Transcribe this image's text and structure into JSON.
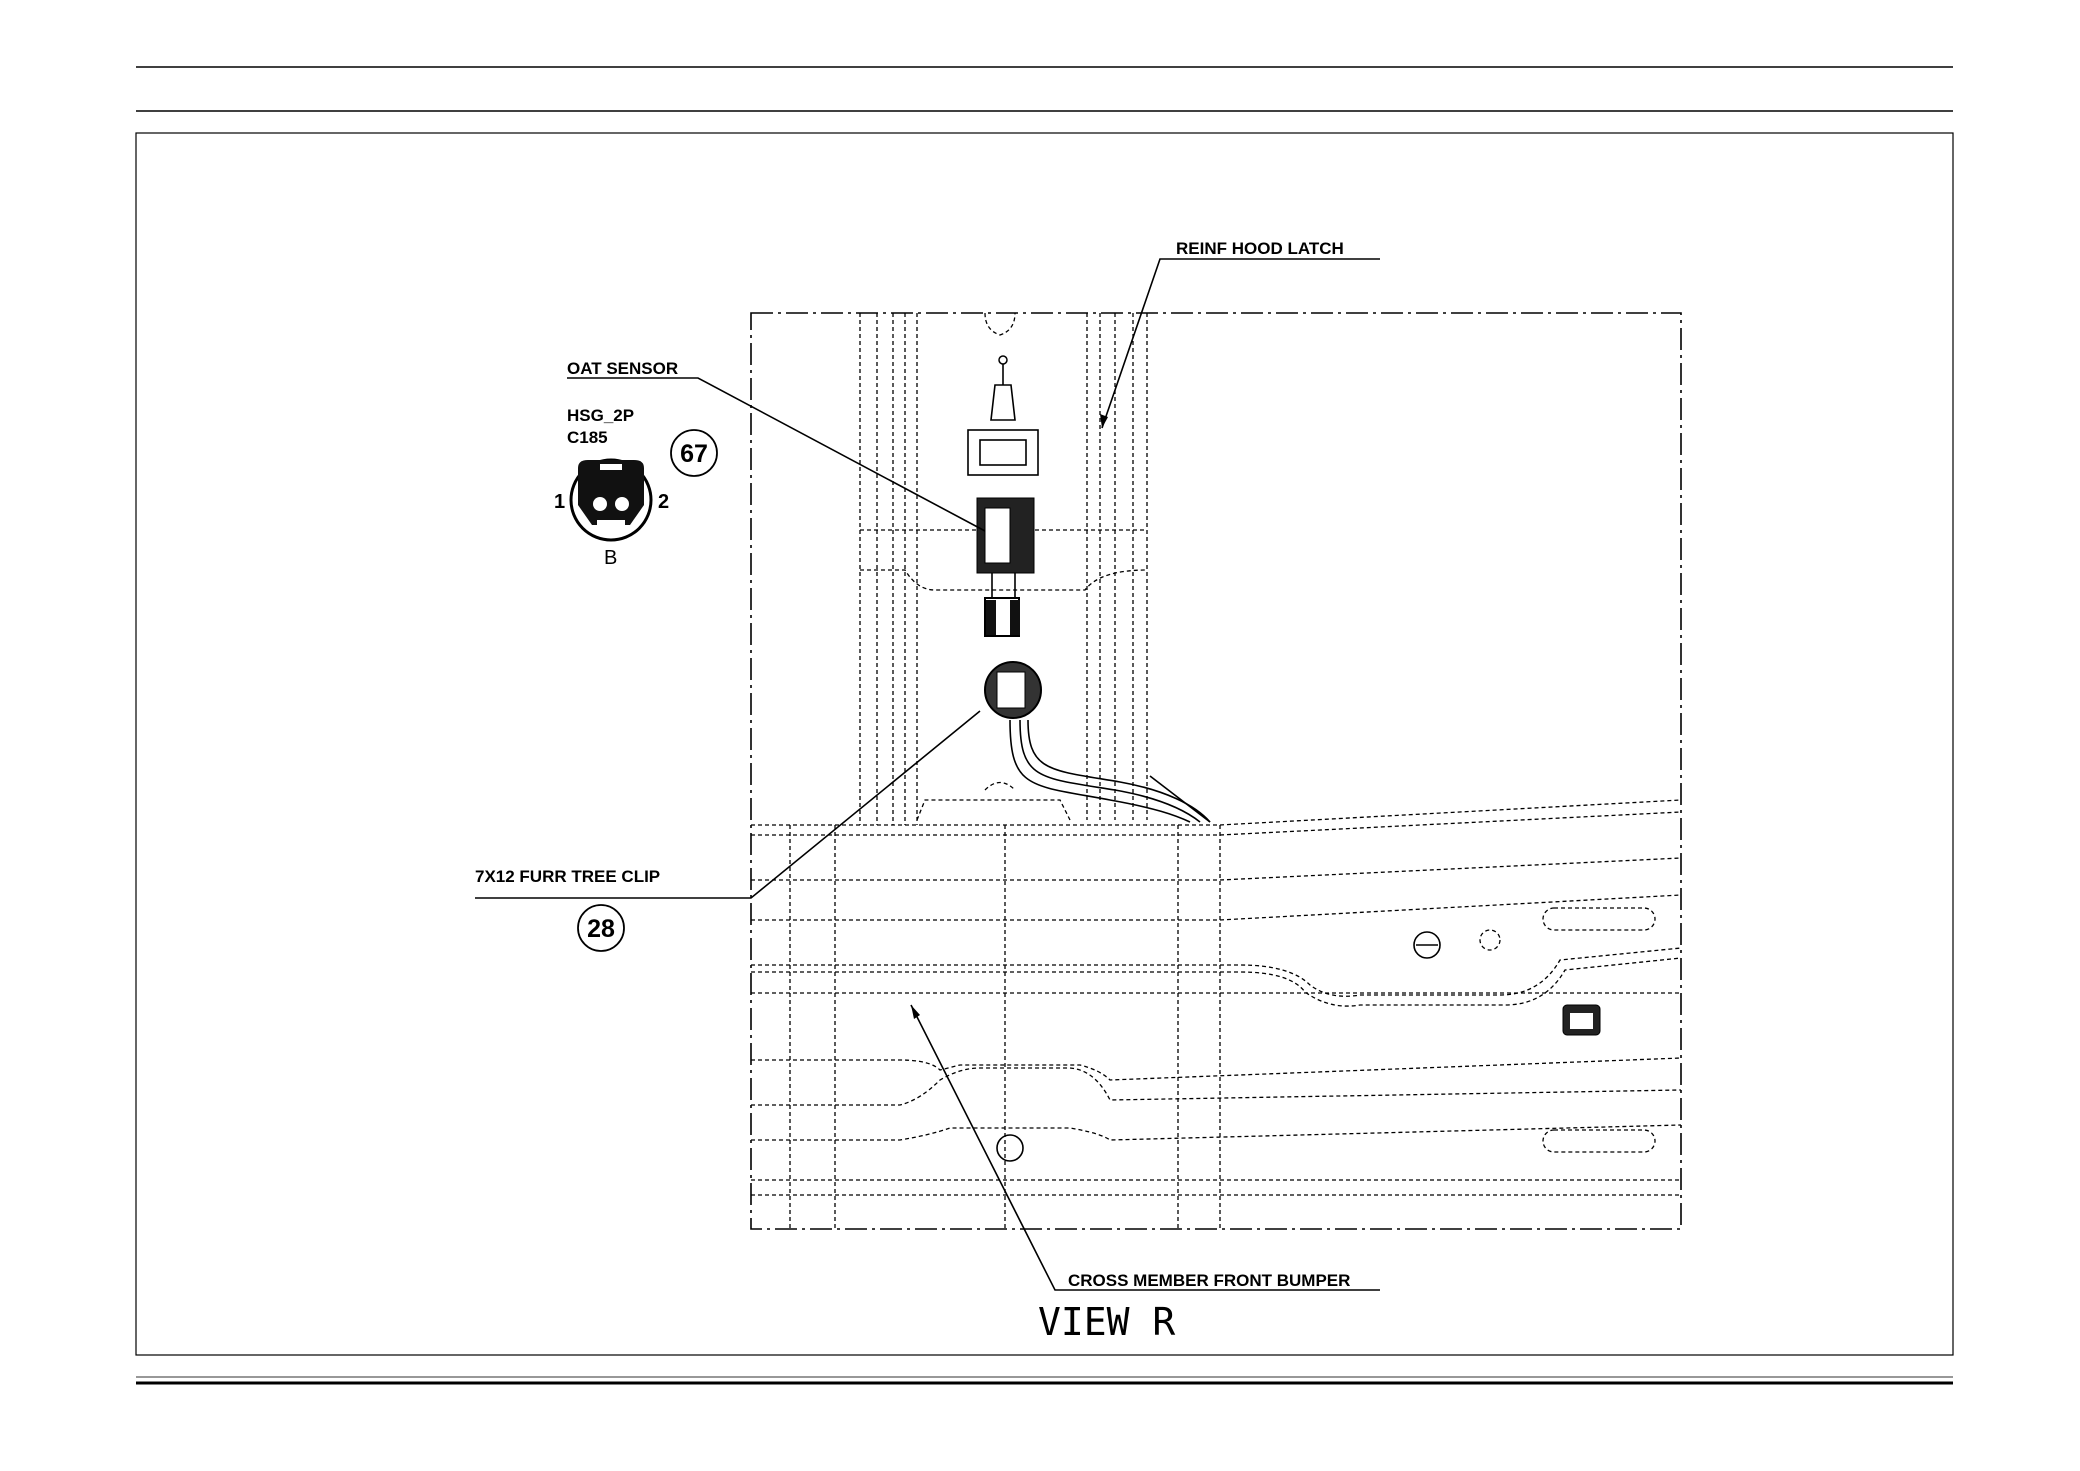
{
  "drawing": {
    "view_title": "VIEW R",
    "callouts": {
      "reinf_hood_latch": "REINF HOOD LATCH",
      "oat_sensor": "OAT SENSOR",
      "furr_tree_clip": "7X12 FURR TREE CLIP",
      "cross_member": "CROSS MEMBER FRONT BUMPER"
    },
    "connector": {
      "housing": "HSG_2P",
      "id": "C185",
      "pin_left": "1",
      "pin_right": "2",
      "color_code": "B"
    },
    "item_numbers": {
      "connector_item": "67",
      "clip_item": "28"
    }
  }
}
